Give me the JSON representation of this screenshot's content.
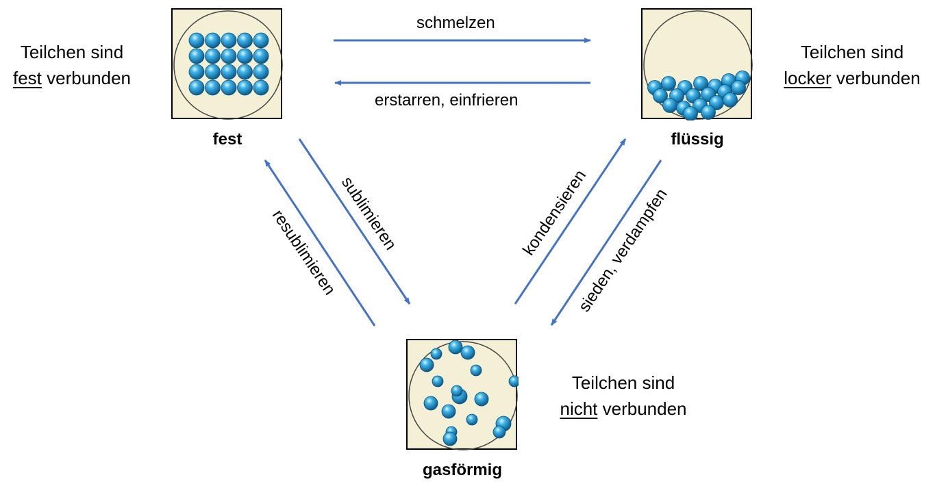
{
  "states": {
    "solid": {
      "label": "fest",
      "desc_line1": "Teilchen sind",
      "desc_underlined": "fest",
      "desc_rest": " verbunden"
    },
    "liquid": {
      "label": "flüssig",
      "desc_line1": "Teilchen sind",
      "desc_underlined": "locker",
      "desc_rest": " verbunden"
    },
    "gas": {
      "label": "gasförmig",
      "desc_line1": "Teilchen sind",
      "desc_underlined": "nicht",
      "desc_rest": " verbunden"
    }
  },
  "processes": {
    "melting": "schmelzen",
    "freezing": "erstarren, einfrieren",
    "sublimation": "sublimieren",
    "resublimation": "resublimieren",
    "condensation": "kondensieren",
    "evaporation": "sieden, verdampfen"
  },
  "colors": {
    "arrow": "#4472c4",
    "box_fill": "#f4f0d6",
    "particle": "#29a3dc"
  }
}
